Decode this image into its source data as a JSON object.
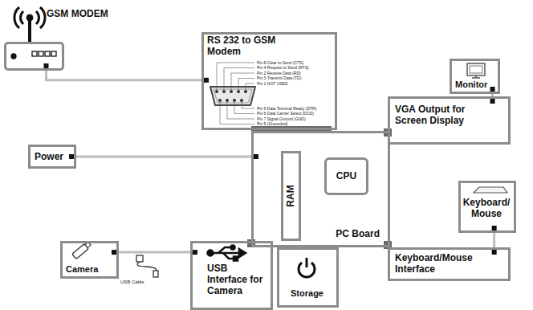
{
  "diagram": {
    "nodes": [
      {
        "text": [
          "GSM MODEM"
        ]
      },
      {
        "text": [
          "RS 232 to GSM Modem"
        ]
      },
      {
        "text": [
          "Monitor"
        ]
      },
      {
        "text": [
          "VGA Output for Screen Display"
        ]
      },
      {
        "text": [
          "Power"
        ]
      },
      {
        "text": [
          "PC Board"
        ]
      },
      {
        "text": [
          "RAM"
        ],
        "in": 5
      },
      {
        "text": [
          "CPU"
        ],
        "in": 5
      },
      {
        "text": [
          "Keyboard/ Mouse"
        ]
      },
      {
        "text": [
          "Camera"
        ]
      },
      {
        "text": [
          "USB Interface for Camera"
        ]
      },
      {
        "text": [
          "Storage"
        ]
      },
      {
        "text": [
          "Keyboard/Mouse Interface"
        ]
      }
    ],
    "edges": [
      {
        "from": 0,
        "to": 1,
        "arrow": "none"
      },
      {
        "from": 2,
        "to": 3,
        "arrow": "none"
      },
      {
        "from": 4,
        "to": 5,
        "arrow": "none"
      },
      {
        "from": 8,
        "to": 12,
        "arrow": "none"
      },
      {
        "from": 9,
        "to": 10,
        "arrow": "none"
      }
    ],
    "labels": [
      "Pin 8 Clear to Send (CTS)",
      "Pin 4 Request to Send (RTS)",
      "Pin 2 Receive Data (RD)",
      "Pin 3 Transmit Data (TD)",
      "Pin 1 NOT USED",
      "Pin 9 Data Terminal Ready (DTR)",
      "Pin 6 Data Carrier Select (DCD)",
      "Pin 7 Signal Ground (GND)",
      "Pin 5 (Grounded)",
      "USB Cable"
    ]
  }
}
